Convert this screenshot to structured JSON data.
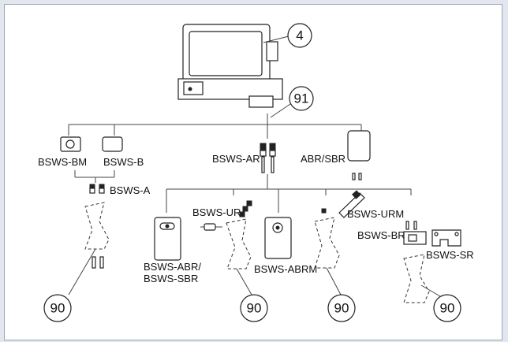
{
  "labels": {
    "bsws_bm": "BSWS-BM",
    "bsws_b": "BSWS-B",
    "bsws_ar": "BSWS-AR",
    "abr_sbr": "ABR/SBR",
    "bsws_a": "BSWS-A",
    "bsws_ur": "BSWS-UR",
    "bsws_urm": "BSWS-URM",
    "bsws_br": "BSWS-BR",
    "bsws_sr": "BSWS-SR",
    "bsws_abr": "BSWS-ABR/",
    "bsws_sbr": "BSWS-SBR",
    "bsws_abrm": "BSWS-ABRM"
  },
  "callouts": {
    "sensor": "4",
    "bracket_set": "91",
    "mount_1": "90",
    "mount_2": "90",
    "mount_3": "90",
    "mount_4": "90"
  },
  "colors": {
    "frame": "#e2e7ef",
    "border": "#9aa6b8",
    "line": "#222222"
  }
}
